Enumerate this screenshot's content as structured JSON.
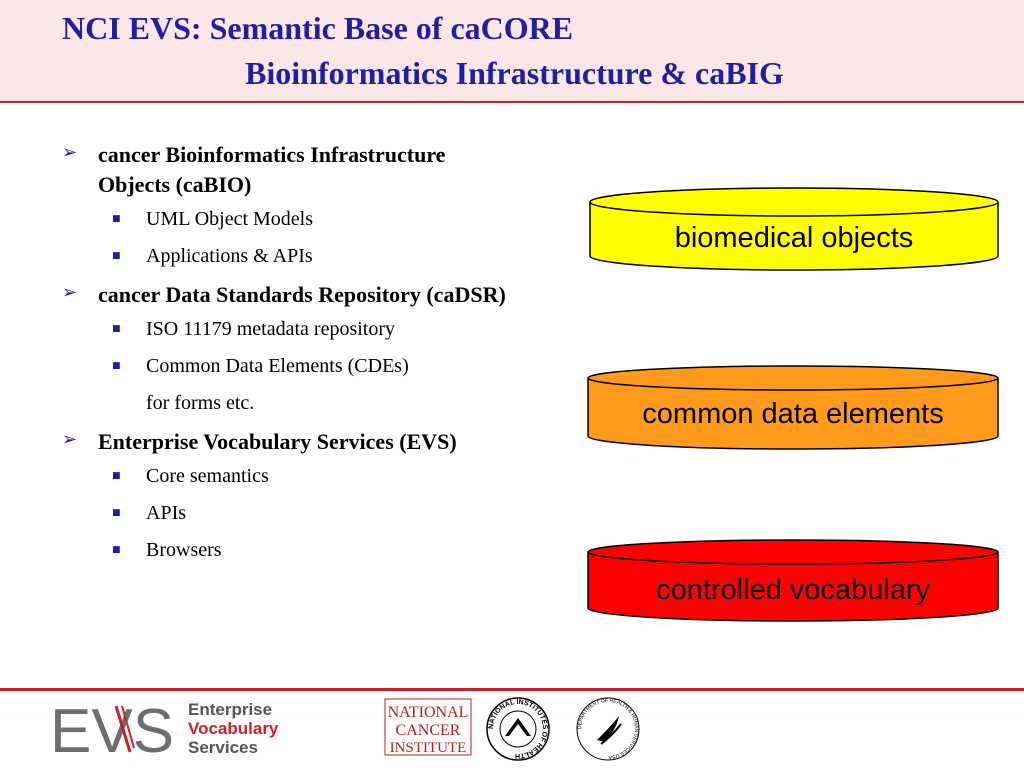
{
  "slide": {
    "title_line1": "NCI EVS: Semantic Base of caCORE",
    "title_line2": "Bioinformatics Infrastructure & caBIG"
  },
  "bullets": [
    {
      "heading_line1": "cancer Bioinformatics Infrastructure",
      "heading_line2": "Objects (caBIO)",
      "items": [
        "UML Object Models",
        "Applications & APIs"
      ]
    },
    {
      "heading": "cancer Data Standards Repository (caDSR)",
      "items": [
        "ISO 11179 metadata repository",
        "Common Data Elements (CDEs)"
      ],
      "continuation": "for forms etc."
    },
    {
      "heading": "Enterprise Vocabulary Services (EVS)",
      "items": [
        "Core semantics",
        "APIs",
        "Browsers"
      ]
    }
  ],
  "cylinders": [
    {
      "label": "biomedical objects",
      "color": "#ffff00"
    },
    {
      "label": "common data elements",
      "color": "#ff9a1a"
    },
    {
      "label": "controlled vocabulary",
      "color": "#ff0000"
    }
  ],
  "footer": {
    "evs_letters": "EVS",
    "evs_line1": "Enterprise",
    "evs_line2": "Vocabulary",
    "evs_line3": "Services",
    "nci_line1": "NATIONAL",
    "nci_line2": "CANCER",
    "nci_line3": "INSTITUTE",
    "nih_text": "NATIONAL INSTITUTES OF HEALTH",
    "hhs_text": "DEPARTMENT OF HEALTH & HUMAN SERVICES USA"
  },
  "colors": {
    "title": "#1f1fa3",
    "accent_red": "#c9212a",
    "title_band": "#fbe6e8"
  }
}
